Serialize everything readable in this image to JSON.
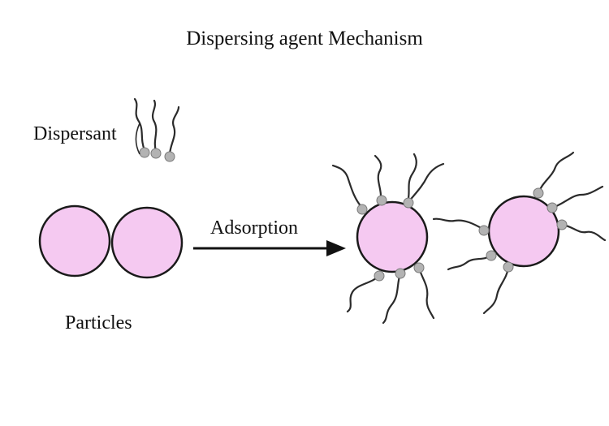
{
  "diagram": {
    "title": "Dispersing agent Mechanism",
    "dispersant_label": "Dispersant",
    "particles_label": "Particles",
    "arrow_label": "Adsorption"
  },
  "colors": {
    "particle_fill": "#f5c9f1",
    "particle_stroke": "#1a1a1a",
    "head_fill": "#b3b3b3",
    "tail_stroke": "#2b2b2b",
    "arrow": "#111111"
  }
}
